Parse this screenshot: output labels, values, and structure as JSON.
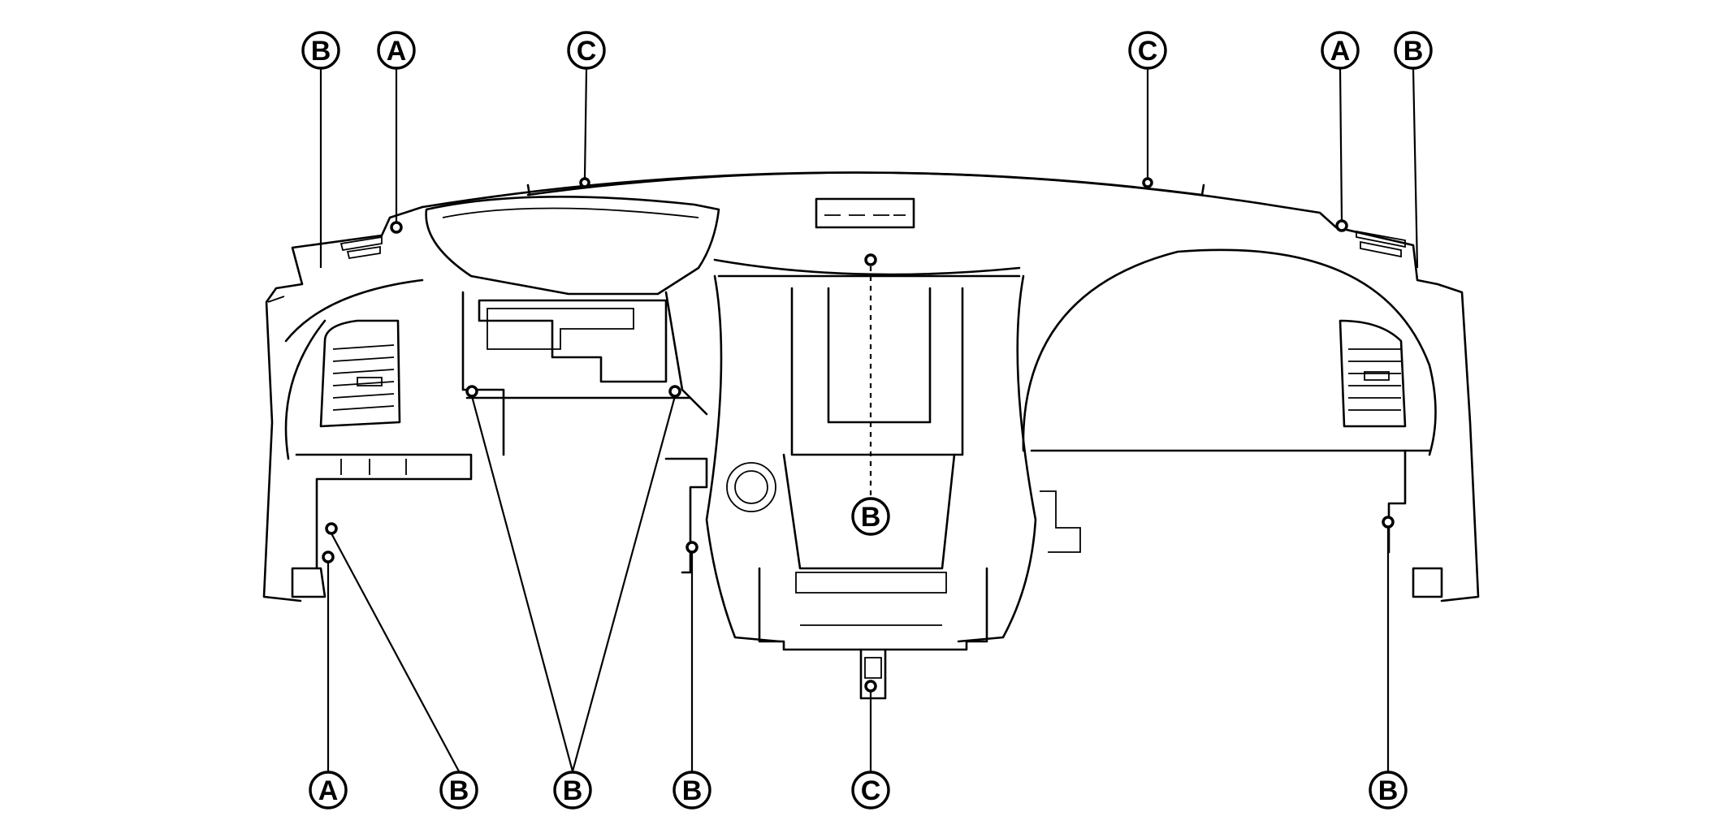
{
  "callouts": [
    {
      "id": "b-top-left",
      "letter": "B"
    },
    {
      "id": "a-top-left",
      "letter": "A"
    },
    {
      "id": "c-top-left",
      "letter": "C"
    },
    {
      "id": "c-top-right",
      "letter": "C"
    },
    {
      "id": "a-top-right",
      "letter": "A"
    },
    {
      "id": "b-top-right",
      "letter": "B"
    },
    {
      "id": "b-center",
      "letter": "B"
    },
    {
      "id": "a-bottom-left",
      "letter": "A"
    },
    {
      "id": "b-bottom-left",
      "letter": "B"
    },
    {
      "id": "b-bottom-center",
      "letter": "B"
    },
    {
      "id": "b-bottom-mid",
      "letter": "B"
    },
    {
      "id": "c-bottom-center",
      "letter": "C"
    },
    {
      "id": "b-bottom-right",
      "letter": "B"
    }
  ]
}
